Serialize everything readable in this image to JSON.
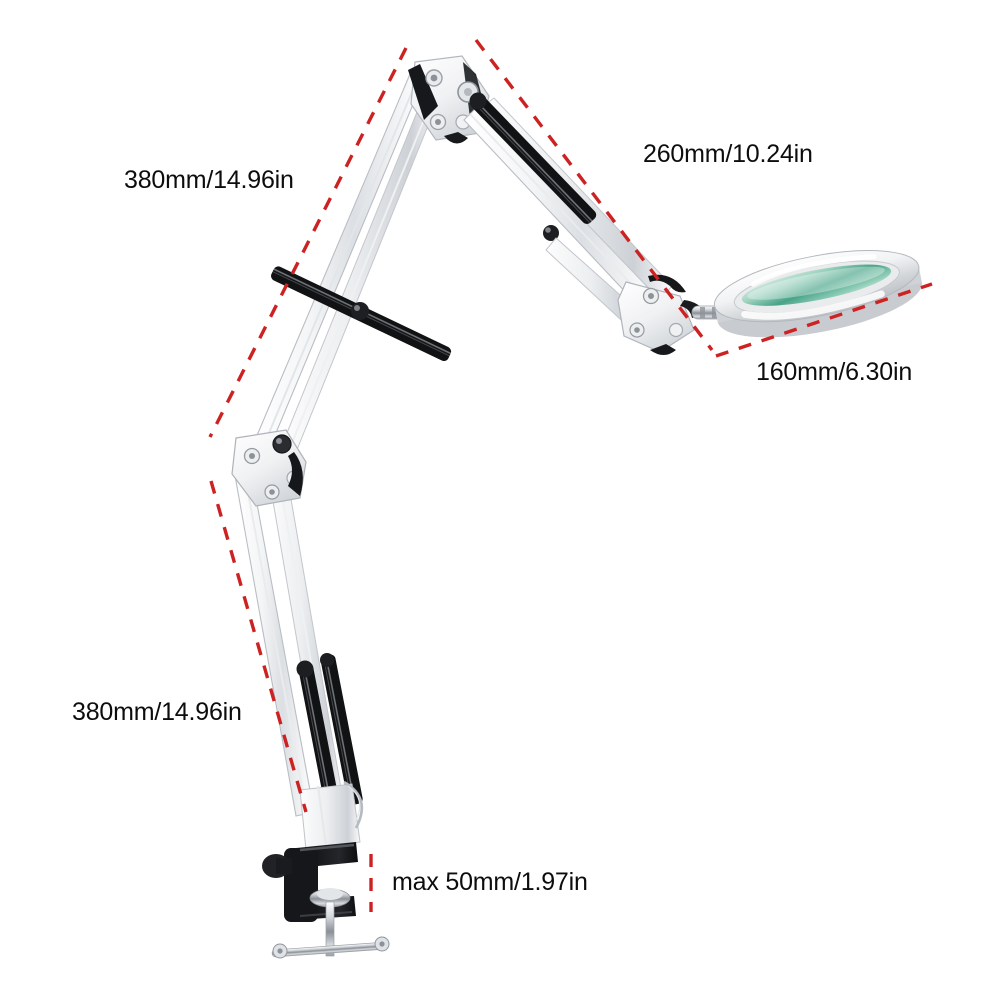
{
  "diagram": {
    "title": "Swing arm magnifier lamp dimension diagram",
    "background_color": "#ffffff",
    "dimension_line_color": "#cc2222",
    "dimension_line_style": "dashed",
    "labels": [
      {
        "id": "upper-arm",
        "text": "380mm/14.96in"
      },
      {
        "id": "head-arm",
        "text": "260mm/10.24in"
      },
      {
        "id": "lens",
        "text": "160mm/6.30in"
      },
      {
        "id": "lower-arm",
        "text": "380mm/14.96in"
      },
      {
        "id": "clamp",
        "text": "max 50mm/1.97in"
      }
    ],
    "product": {
      "name": "swing-arm-magnifier-lamp",
      "body_color": "#ffffff",
      "metal_color": "#d8dadd",
      "spring_color": "#1a1a1a",
      "clamp_color": "#17171a",
      "lens_glass_color": "#3f9f82"
    }
  }
}
